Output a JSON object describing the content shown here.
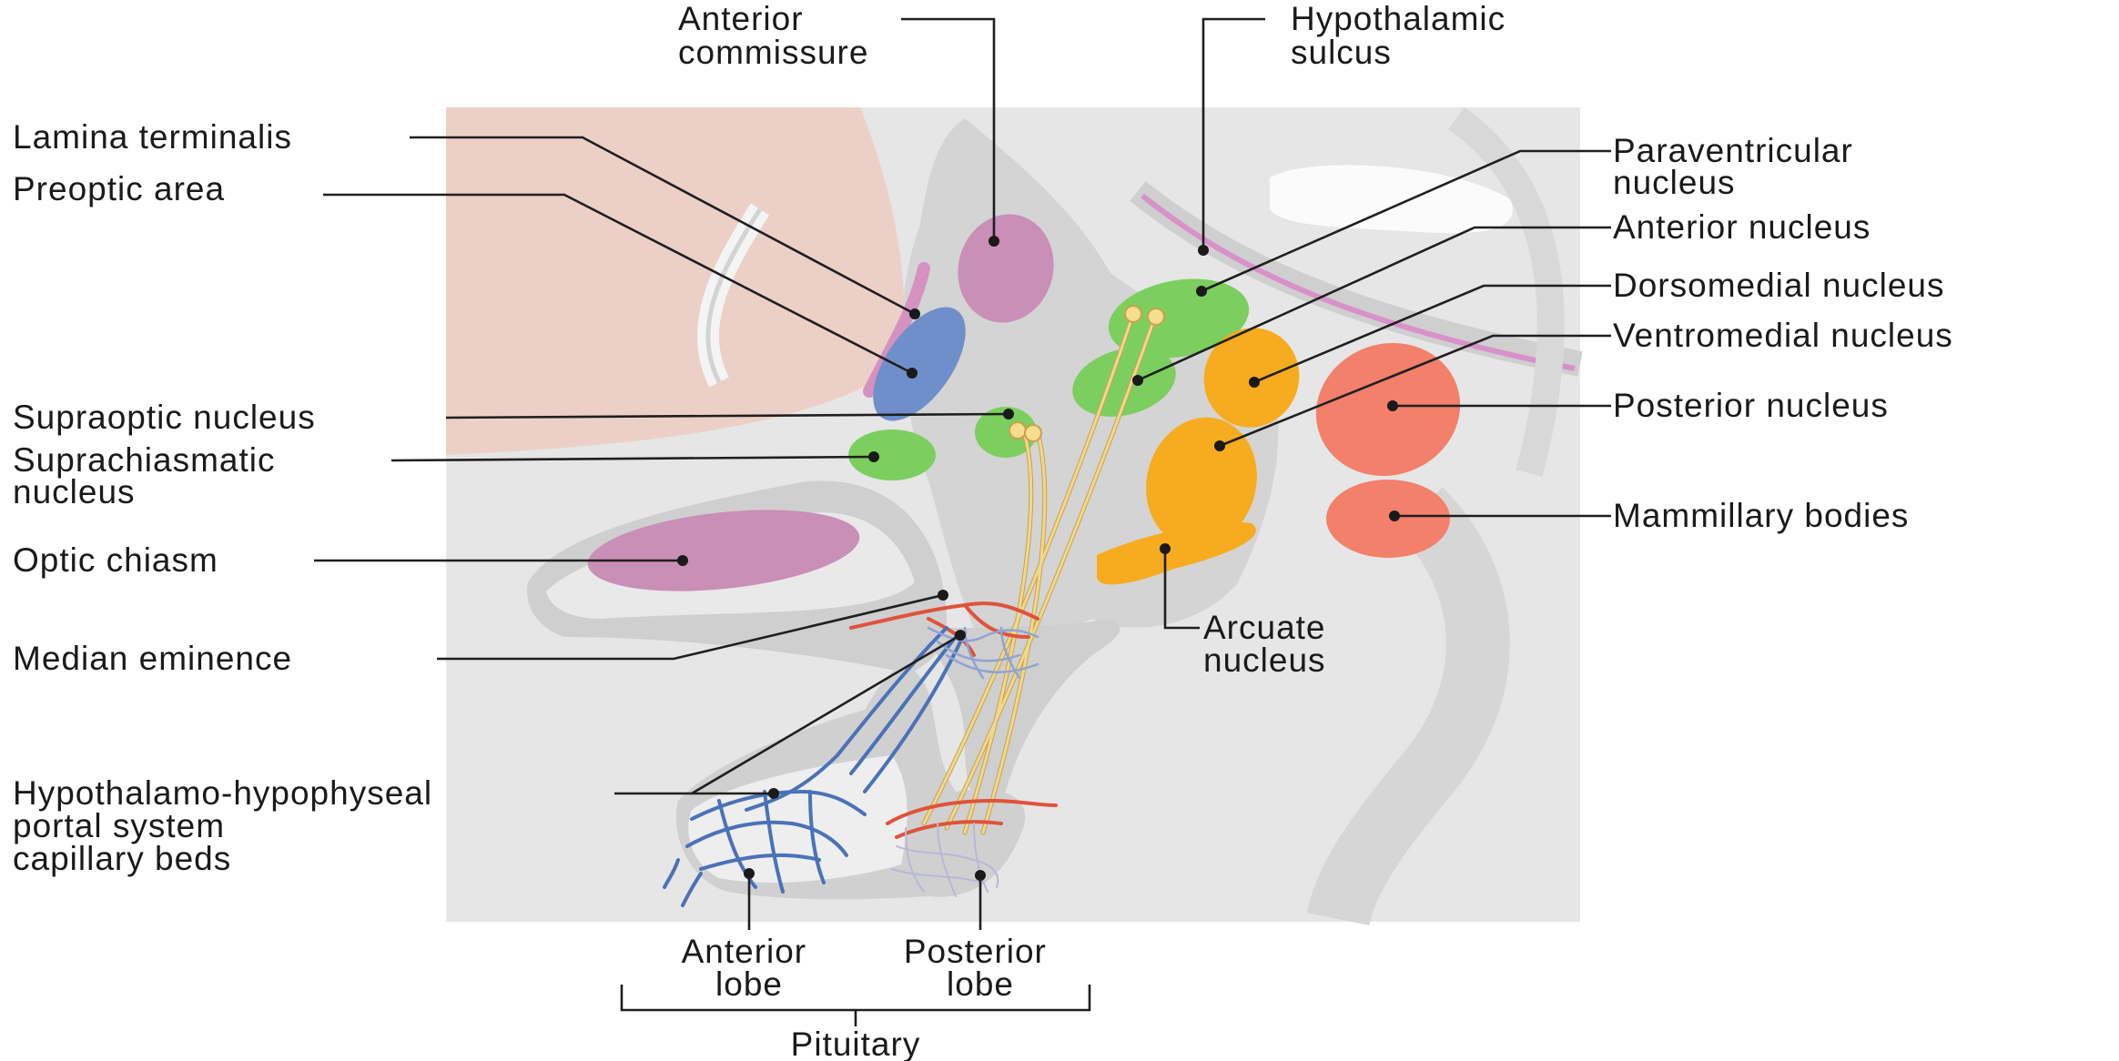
{
  "labels": {
    "anterior_commissure": [
      "Anterior",
      "commissure"
    ],
    "hypothalamic_sulcus": [
      "Hypothalamic",
      "sulcus"
    ],
    "lamina_terminalis": "Lamina terminalis",
    "preoptic_area": "Preoptic area",
    "paraventricular_nucleus": [
      "Paraventricular",
      "nucleus"
    ],
    "anterior_nucleus": "Anterior nucleus",
    "dorsomedial_nucleus": "Dorsomedial nucleus",
    "ventromedial_nucleus": "Ventromedial nucleus",
    "posterior_nucleus": "Posterior nucleus",
    "supraoptic_nucleus": "Supraoptic nucleus",
    "suprachiasmatic_nucleus": [
      "Suprachiasmatic",
      "nucleus"
    ],
    "optic_chiasm": "Optic chiasm",
    "mammillary_bodies": "Mammillary bodies",
    "arcuate_nucleus": [
      "Arcuate",
      "nucleus"
    ],
    "median_eminence": "Median eminence",
    "portal_system": [
      "Hypothalamo-hypophyseal",
      "portal system",
      "capillary beds"
    ],
    "anterior_lobe": [
      "Anterior",
      "lobe"
    ],
    "posterior_lobe": [
      "Posterior",
      "lobe"
    ],
    "pituitary": "Pituitary"
  },
  "colors": {
    "background_tissue": "#e3e3e3",
    "cerebrum_pink": "#e8c9c0",
    "commissure_purple": "#c98fb6",
    "preoptic_blue": "#6f8fca",
    "nucleus_green": "#7ccf5e",
    "nucleus_orange": "#f7ab1e",
    "mammillary_salmon": "#f2806b",
    "nerve_tract": "#e9c877",
    "arteries": "#e0523a",
    "veins": "#4a72b8"
  }
}
